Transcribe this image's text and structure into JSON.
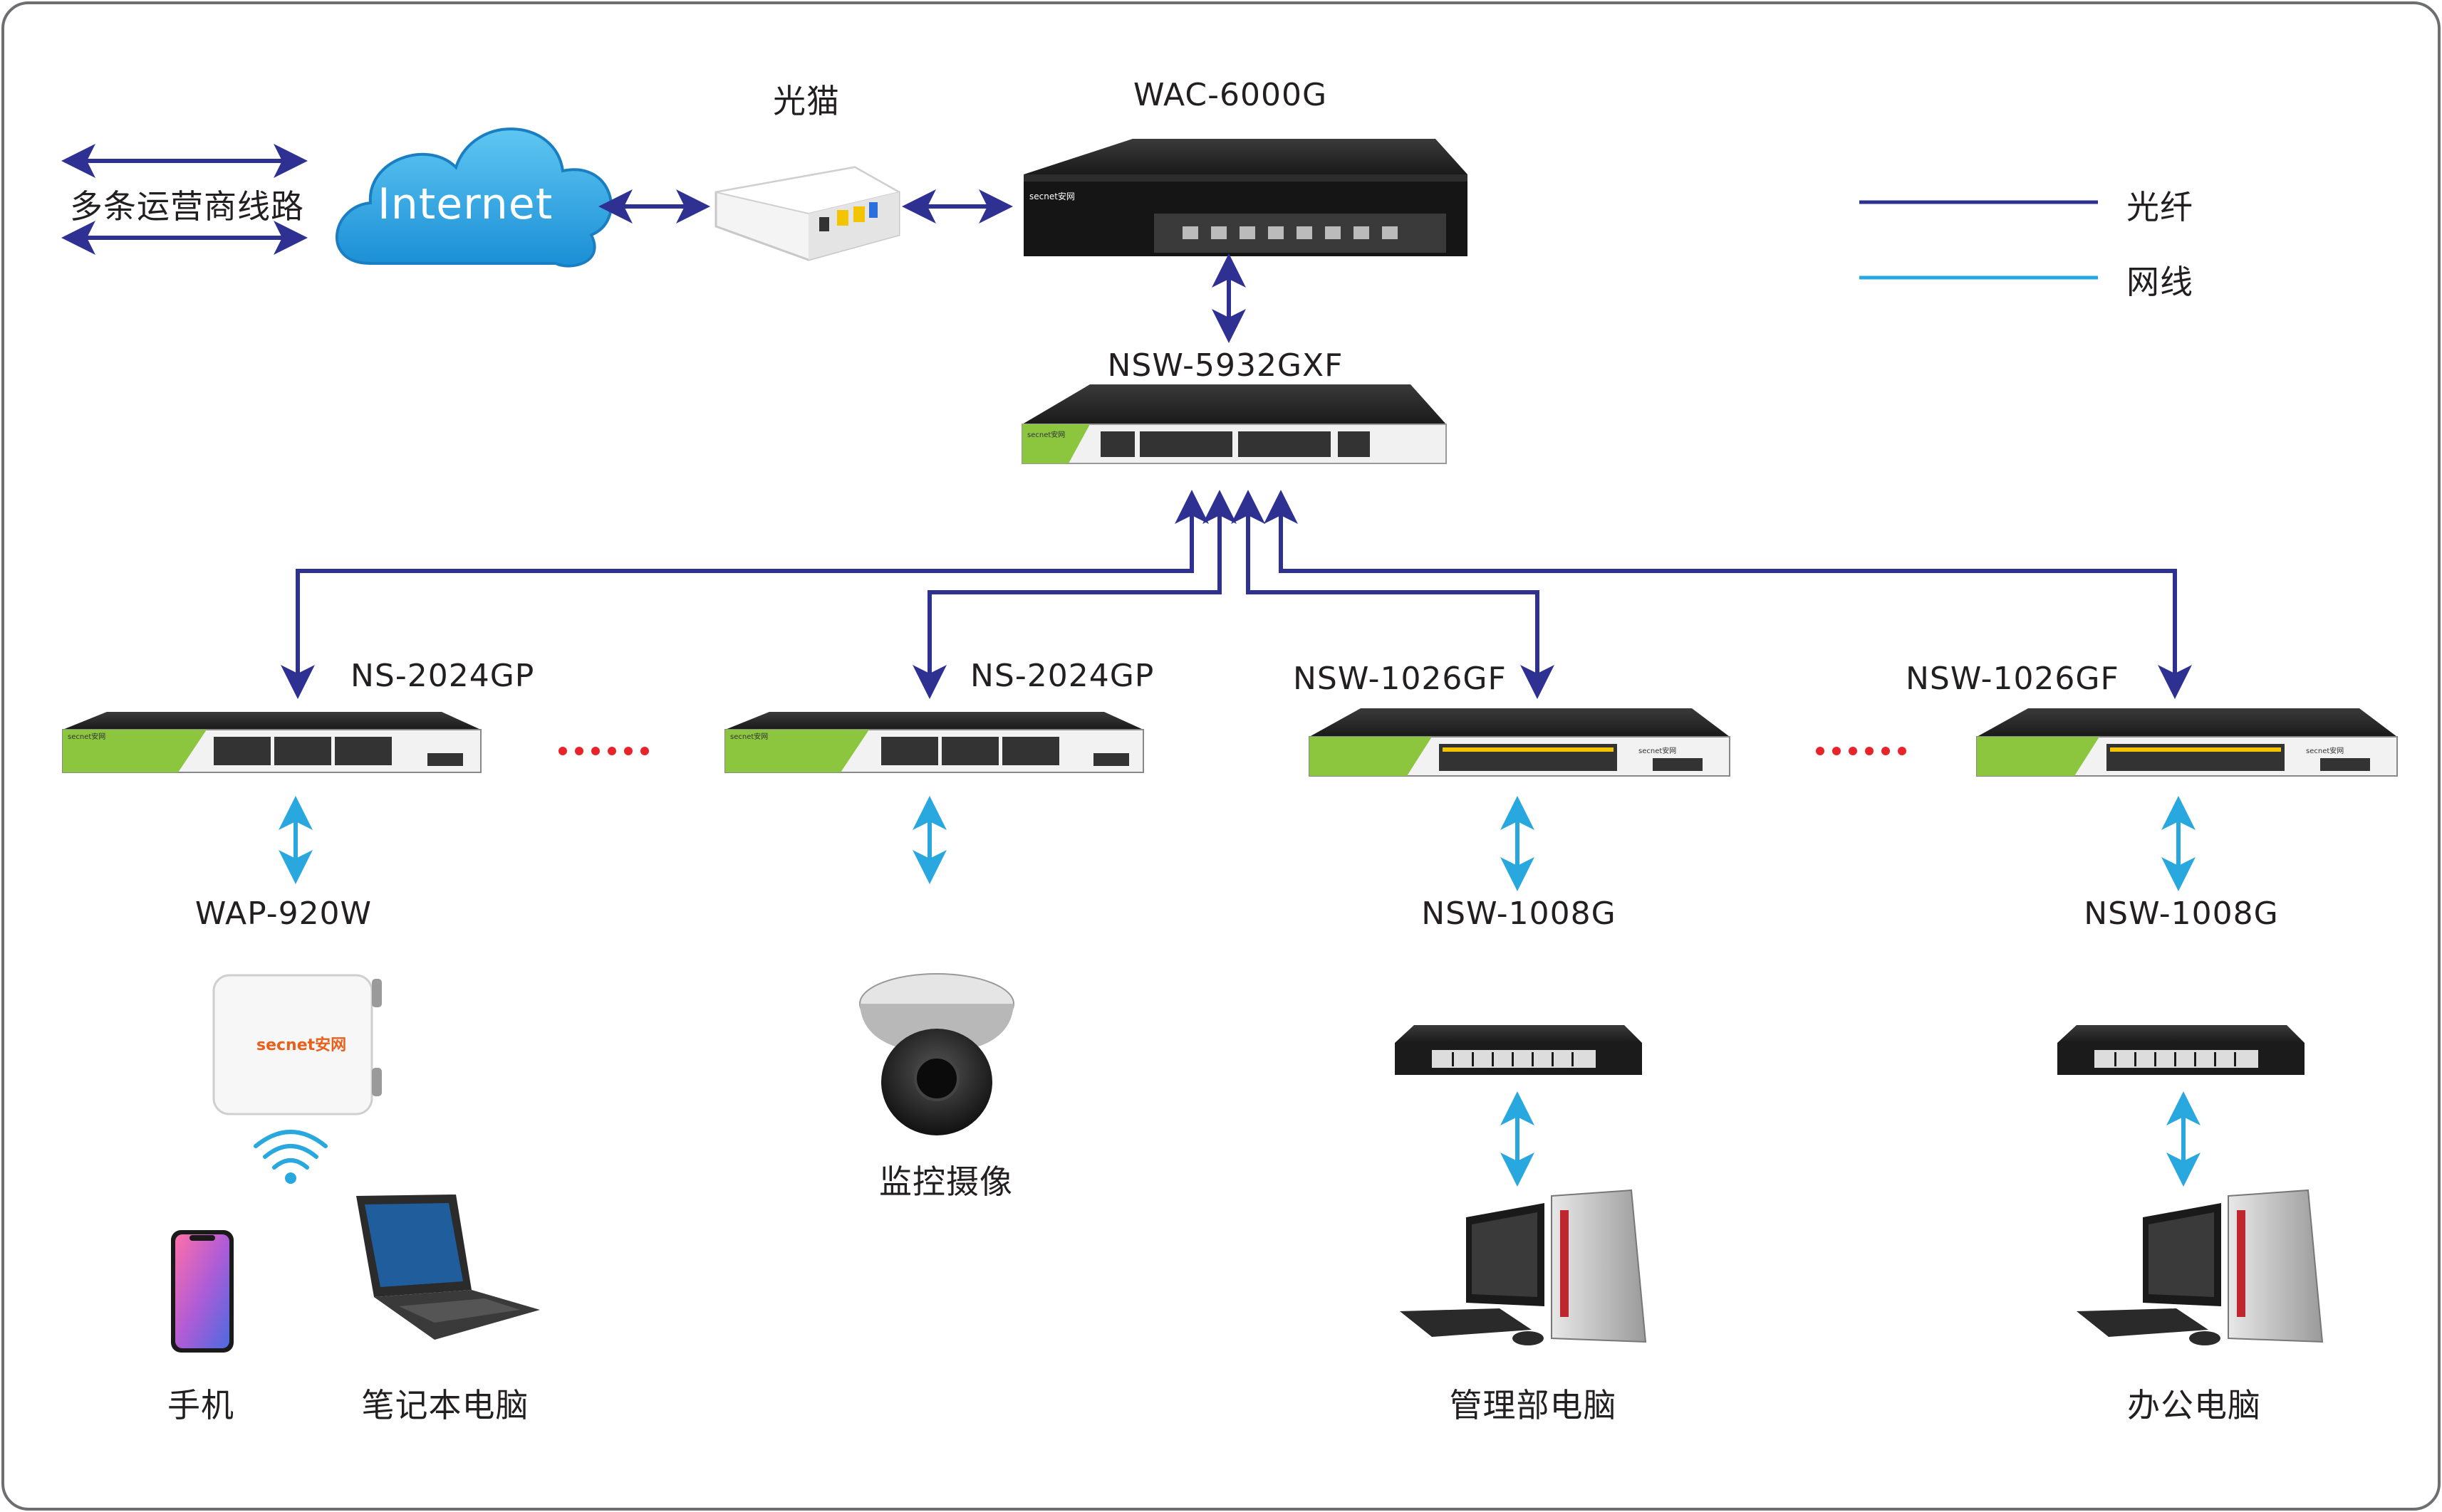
{
  "top": {
    "carrier_lines": "多条运营商线路",
    "internet": "Internet",
    "onu": "光猫",
    "gateway": "WAC-6000G",
    "core_switch": "NSW-5932GXF"
  },
  "legend": {
    "fiber": "光纤",
    "cable": "网线",
    "fiber_color": "#2e3192",
    "cable_color": "#29a8e0"
  },
  "access_switches": [
    {
      "label": "NS-2024GP"
    },
    {
      "label": "NS-2024GP"
    },
    {
      "label": "NSW-1026GF"
    },
    {
      "label": "NSW-1026GF"
    }
  ],
  "endpoints": {
    "ap": "WAP-920W",
    "ap_brand": "secnet安网",
    "camera": "监控摄像",
    "switch_a": "NSW-1008G",
    "switch_b": "NSW-1008G",
    "phone": "手机",
    "laptop": "笔记本电脑",
    "mgmt_pc": "管理部电脑",
    "office_pc": "办公电脑"
  },
  "device_brand": "secnet安网"
}
